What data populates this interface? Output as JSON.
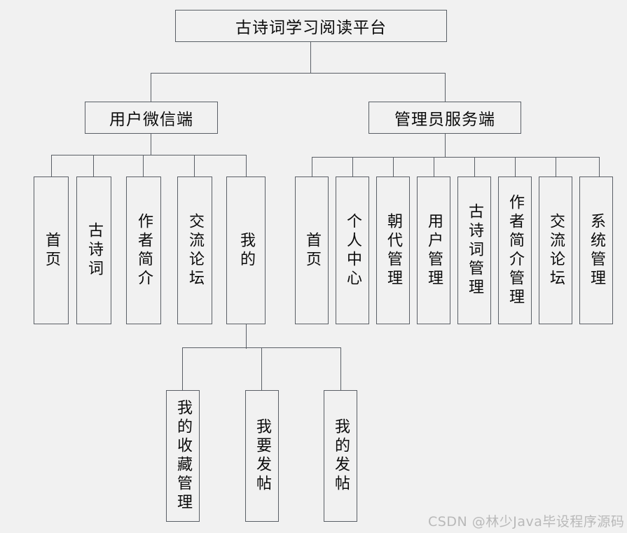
{
  "diagram": {
    "title": "古诗词学习阅读平台",
    "root": {
      "label": "古诗词学习阅读平台"
    },
    "branches": [
      {
        "id": "user-client",
        "label": "用户微信端"
      },
      {
        "id": "admin-server",
        "label": "管理员服务端"
      }
    ],
    "user_client_items": [
      {
        "label": "首页"
      },
      {
        "label": "古诗词"
      },
      {
        "label": "作者简介"
      },
      {
        "label": "交流论坛"
      },
      {
        "label": "我的"
      }
    ],
    "admin_server_items": [
      {
        "label": "首页"
      },
      {
        "label": "个人中心"
      },
      {
        "label": "朝代管理"
      },
      {
        "label": "用户管理"
      },
      {
        "label": "古诗词管理"
      },
      {
        "label": "作者简介管理"
      },
      {
        "label": "交流论坛"
      },
      {
        "label": "系统管理"
      }
    ],
    "mine_sub_items": [
      {
        "label": "我的收藏管理"
      },
      {
        "label": "我要发帖"
      },
      {
        "label": "我的发帖"
      }
    ],
    "watermark": "CSDN @林少Java毕设程序源码",
    "colors": {
      "background": "#f1f1f1",
      "border": "#5a5f66",
      "text": "#0b0b0b",
      "watermark": "#b9b9b9"
    }
  }
}
